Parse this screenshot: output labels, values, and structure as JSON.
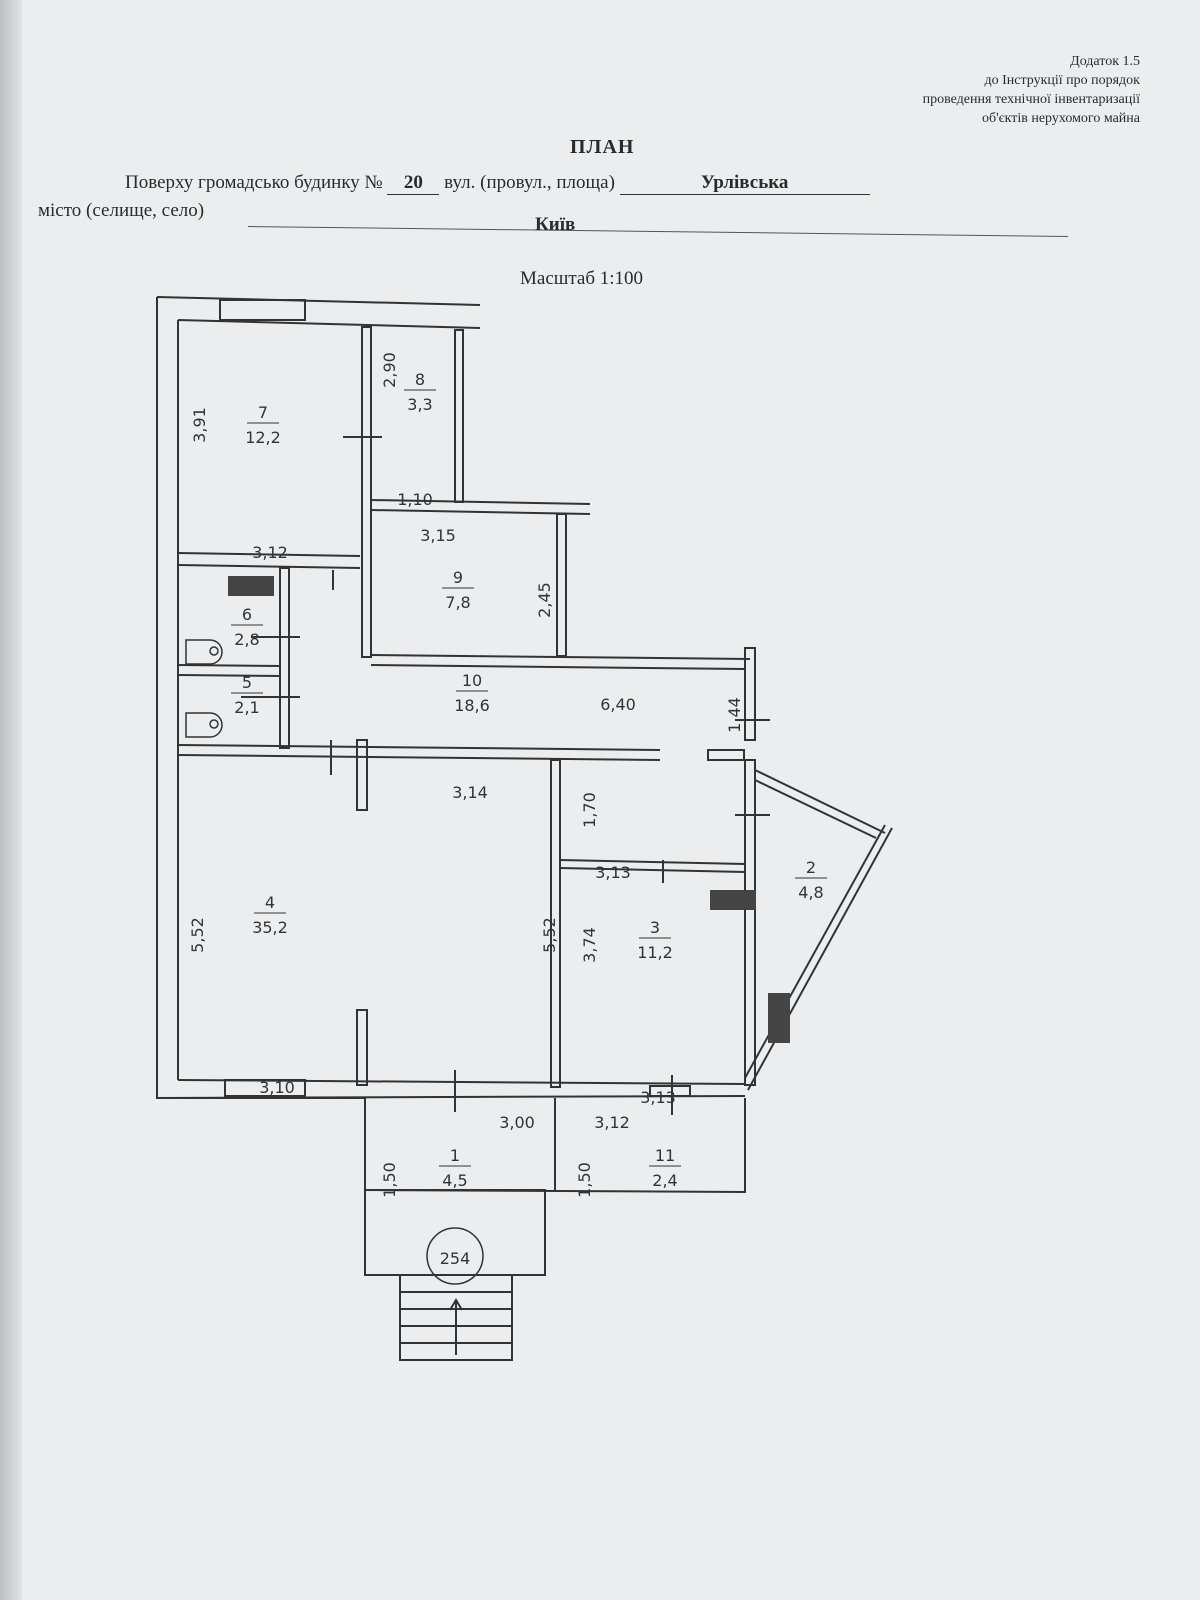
{
  "annex": [
    "Додаток 1.5",
    "до Інструкції про порядок",
    "проведення технічної інвентаризації",
    "об'єктів нерухомого майна"
  ],
  "title": "ПЛАН",
  "line1_prefix": "Поверху громадсько будинку №",
  "house_number": "20",
  "street_label": "вул. (провул., площа)",
  "street": "Урлівська",
  "city_label": "місто (селище, село)",
  "city": "Київ",
  "scale": "Масштаб 1:100",
  "building_number": "254",
  "rooms": [
    {
      "n": "1",
      "area": "4,5"
    },
    {
      "n": "2",
      "area": "4,8"
    },
    {
      "n": "3",
      "area": "11,2"
    },
    {
      "n": "4",
      "area": "35,2"
    },
    {
      "n": "5",
      "area": "2,1"
    },
    {
      "n": "6",
      "area": "2,8"
    },
    {
      "n": "7",
      "area": "12,2"
    },
    {
      "n": "8",
      "area": "3,3"
    },
    {
      "n": "9",
      "area": "7,8"
    },
    {
      "n": "10",
      "area": "18,6"
    },
    {
      "n": "11",
      "area": "2,4"
    }
  ],
  "dims": {
    "d391": "3,91",
    "d290": "2,90",
    "d110": "1,10",
    "d315": "3,15",
    "d312a": "3,12",
    "d245": "2,45",
    "d640": "6,40",
    "d144": "1,44",
    "d314": "3,14",
    "d170": "1,70",
    "d313a": "3,13",
    "d552a": "5,52",
    "d552b": "5,52",
    "d374": "3,74",
    "d310": "3,10",
    "d313b": "3,13",
    "d300": "3,00",
    "d312b": "3,12",
    "d150a": "1,50",
    "d150b": "1,50"
  }
}
